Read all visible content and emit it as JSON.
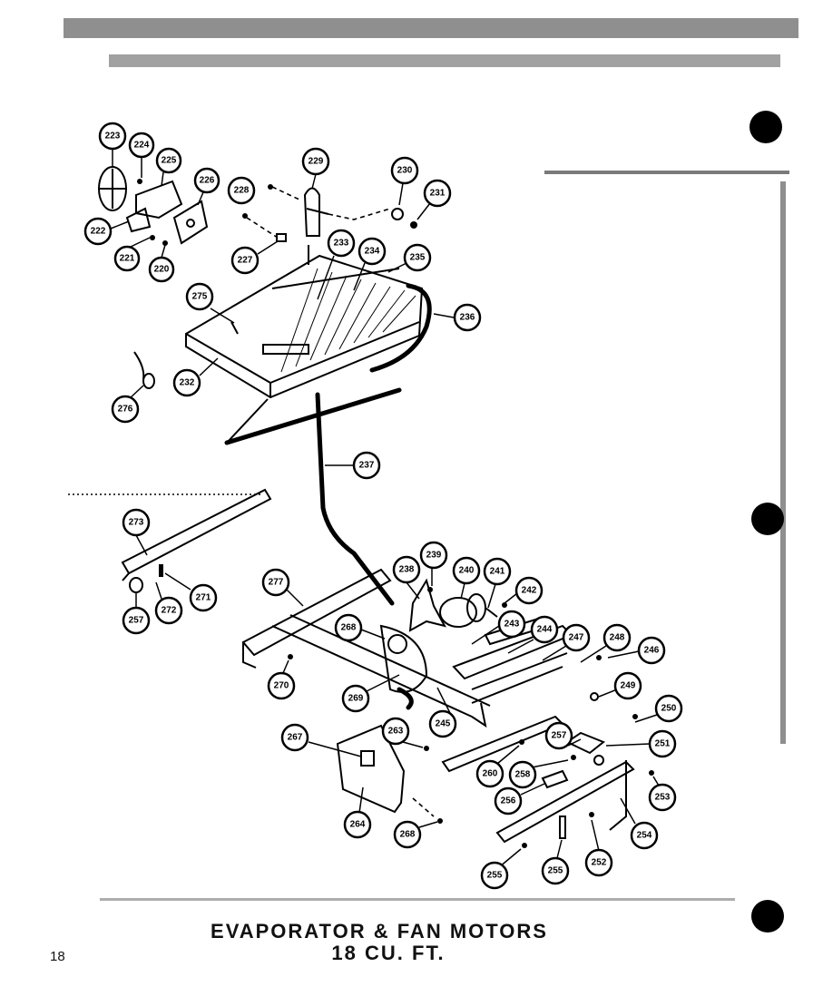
{
  "title": {
    "line1": "EVAPORATOR & FAN MOTORS",
    "line2": "18 CU. FT."
  },
  "page_number": "18",
  "callouts": [
    "223",
    "224",
    "225",
    "226",
    "222",
    "221",
    "220",
    "228",
    "229",
    "227",
    "230",
    "231",
    "233",
    "234",
    "235",
    "275",
    "236",
    "232",
    "276",
    "237",
    "273",
    "271",
    "272",
    "257",
    "277",
    "239",
    "238",
    "240",
    "241",
    "242",
    "268",
    "243",
    "244",
    "247",
    "248",
    "246",
    "270",
    "269",
    "245",
    "249",
    "250",
    "267",
    "263",
    "257",
    "251",
    "260",
    "258",
    "256",
    "253",
    "254",
    "264",
    "268",
    "255",
    "255",
    "252"
  ]
}
